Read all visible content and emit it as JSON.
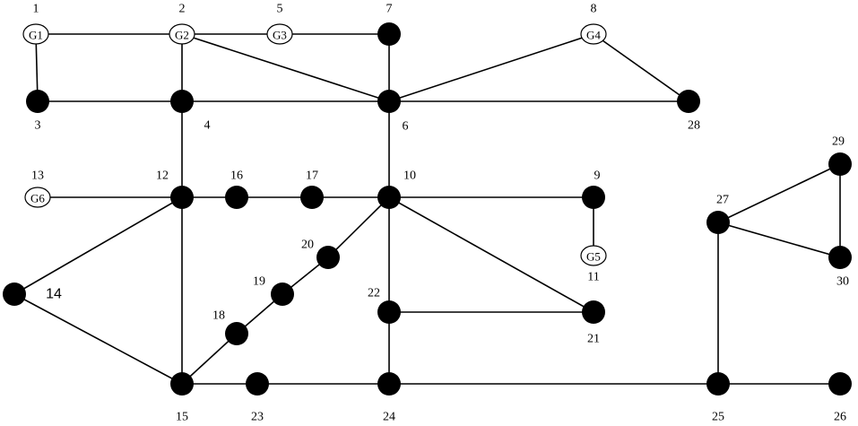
{
  "diagram": {
    "nodes": [
      {
        "id": "1",
        "generator": "G1"
      },
      {
        "id": "2",
        "generator": "G2"
      },
      {
        "id": "3"
      },
      {
        "id": "4"
      },
      {
        "id": "5",
        "generator": "G3"
      },
      {
        "id": "6"
      },
      {
        "id": "7"
      },
      {
        "id": "8",
        "generator": "G4"
      },
      {
        "id": "9"
      },
      {
        "id": "10"
      },
      {
        "id": "11",
        "generator": "G5"
      },
      {
        "id": "12"
      },
      {
        "id": "13",
        "generator": "G6"
      },
      {
        "id": "14"
      },
      {
        "id": "15"
      },
      {
        "id": "16"
      },
      {
        "id": "17"
      },
      {
        "id": "18"
      },
      {
        "id": "19"
      },
      {
        "id": "20"
      },
      {
        "id": "21"
      },
      {
        "id": "22"
      },
      {
        "id": "23"
      },
      {
        "id": "24"
      },
      {
        "id": "25"
      },
      {
        "id": "26"
      },
      {
        "id": "27"
      },
      {
        "id": "28"
      },
      {
        "id": "29"
      },
      {
        "id": "30"
      }
    ],
    "edges": [
      [
        "1",
        "2"
      ],
      [
        "1",
        "3"
      ],
      [
        "2",
        "4"
      ],
      [
        "2",
        "5"
      ],
      [
        "2",
        "6"
      ],
      [
        "3",
        "4"
      ],
      [
        "4",
        "6"
      ],
      [
        "5",
        "7"
      ],
      [
        "6",
        "7"
      ],
      [
        "6",
        "8"
      ],
      [
        "6",
        "10"
      ],
      [
        "6",
        "28"
      ],
      [
        "8",
        "28"
      ],
      [
        "9",
        "10"
      ],
      [
        "9",
        "11"
      ],
      [
        "4",
        "12"
      ],
      [
        "12",
        "13"
      ],
      [
        "12",
        "14"
      ],
      [
        "12",
        "15"
      ],
      [
        "12",
        "16"
      ],
      [
        "14",
        "15"
      ],
      [
        "16",
        "17"
      ],
      [
        "10",
        "17"
      ],
      [
        "15",
        "18"
      ],
      [
        "18",
        "19"
      ],
      [
        "19",
        "20"
      ],
      [
        "10",
        "20"
      ],
      [
        "10",
        "21"
      ],
      [
        "10",
        "22"
      ],
      [
        "21",
        "22"
      ],
      [
        "15",
        "23"
      ],
      [
        "23",
        "24"
      ],
      [
        "22",
        "24"
      ],
      [
        "24",
        "25"
      ],
      [
        "25",
        "26"
      ],
      [
        "25",
        "27"
      ],
      [
        "27",
        "29"
      ],
      [
        "27",
        "30"
      ],
      [
        "29",
        "30"
      ]
    ]
  }
}
